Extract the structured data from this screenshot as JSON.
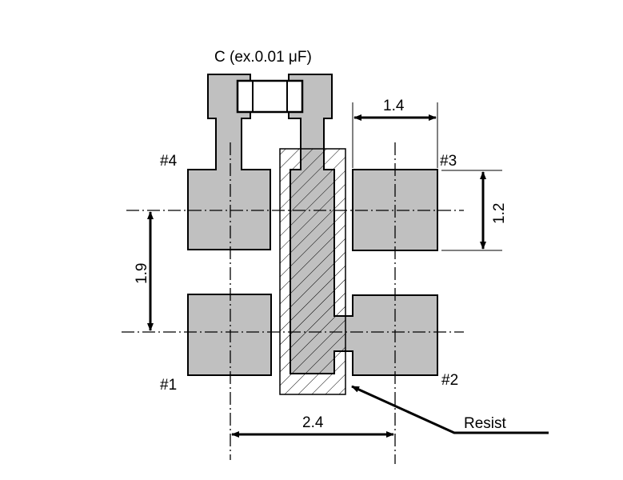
{
  "capacitor_label": "C (ex.0.01 μF)",
  "pads": {
    "p1": "#1",
    "p2": "#2",
    "p3": "#3",
    "p4": "#4"
  },
  "dimensions": {
    "pad_width": "1.4",
    "pad_height": "1.2",
    "vertical_pitch": "1.9",
    "horizontal_pitch": "2.4"
  },
  "resist_label": "Resist",
  "colors": {
    "pad_fill": "#c0c0c0",
    "line": "#000000"
  }
}
